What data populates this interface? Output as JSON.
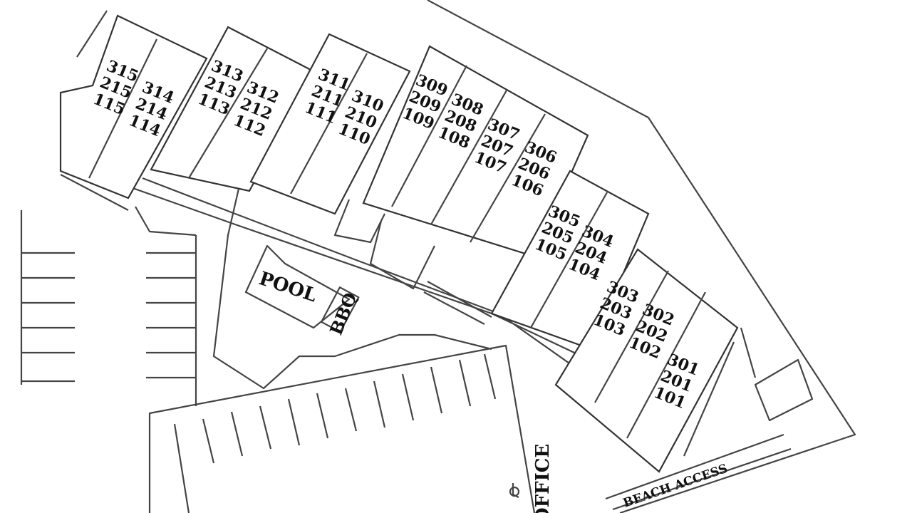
{
  "units": [
    {
      "lines": [
        "315",
        "215",
        "115"
      ]
    },
    {
      "lines": [
        "314",
        "214",
        "114"
      ]
    },
    {
      "lines": [
        "313",
        "213",
        "113"
      ]
    },
    {
      "lines": [
        "312",
        "212",
        "112"
      ]
    },
    {
      "lines": [
        "311",
        "211",
        "111"
      ]
    },
    {
      "lines": [
        "310",
        "210",
        "110"
      ]
    },
    {
      "lines": [
        "309",
        "209",
        "109"
      ]
    },
    {
      "lines": [
        "308",
        "208",
        "108"
      ]
    },
    {
      "lines": [
        "307",
        "207",
        "107"
      ]
    },
    {
      "lines": [
        "306",
        "206",
        "106"
      ]
    },
    {
      "lines": [
        "305",
        "205",
        "105"
      ]
    },
    {
      "lines": [
        "304",
        "204",
        "104"
      ]
    },
    {
      "lines": [
        "303",
        "203",
        "103"
      ]
    },
    {
      "lines": [
        "302",
        "202",
        "102"
      ]
    },
    {
      "lines": [
        "301",
        "201",
        "101"
      ]
    }
  ],
  "amenities": {
    "pool": "POOL",
    "bbq": "BBQ",
    "office": "OFFICE",
    "beach_access": "BEACH ACCESS"
  },
  "icons": {
    "accessible_parking": "wheelchair-icon"
  }
}
